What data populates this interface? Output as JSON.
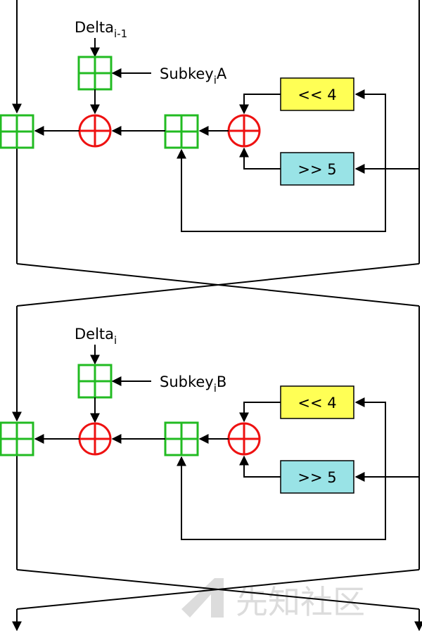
{
  "colors": {
    "adder": "#22bb22",
    "xor": "#ee1111",
    "shift_left_fill": "#ffff55",
    "shift_right_fill": "#99e3e6",
    "wire": "#000000",
    "watermark": "#d9d9d9"
  },
  "rounds": [
    {
      "delta_base": "Delta",
      "delta_sub": "i-1",
      "subkey_base": "Subkey",
      "subkey_sub": "i",
      "subkey_suffix": "A",
      "shift_left_label": "<< 4",
      "shift_right_label": ">> 5"
    },
    {
      "delta_base": "Delta",
      "delta_sub": "i",
      "subkey_base": "Subkey",
      "subkey_sub": "i",
      "subkey_suffix": "B",
      "shift_left_label": "<< 4",
      "shift_right_label": ">> 5"
    }
  ],
  "watermark": {
    "icon": "watermark-logo-icon",
    "text": "先知社区"
  }
}
